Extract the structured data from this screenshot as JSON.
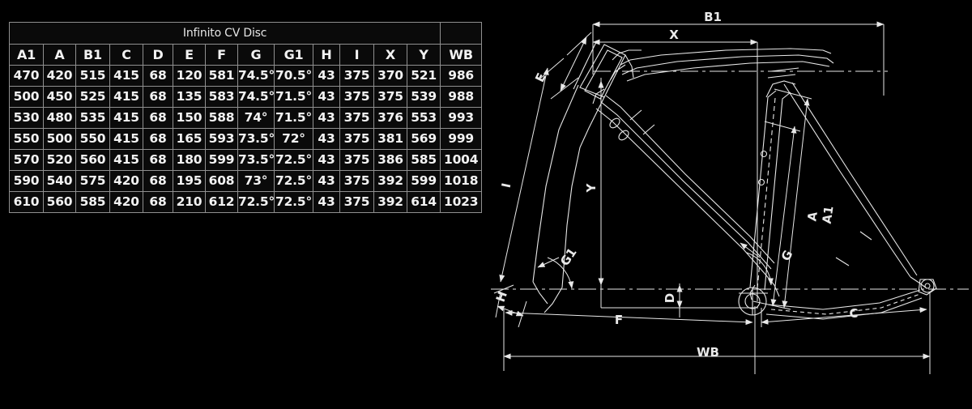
{
  "table": {
    "title": "Infinito CV Disc",
    "blank_corner": "",
    "columns": [
      "A1",
      "A",
      "B1",
      "C",
      "D",
      "E",
      "F",
      "G",
      "G1",
      "H",
      "I",
      "X",
      "Y",
      "WB"
    ],
    "rows": [
      [
        "470",
        "420",
        "515",
        "415",
        "68",
        "120",
        "581",
        "74.5°",
        "70.5°",
        "43",
        "375",
        "370",
        "521",
        "986"
      ],
      [
        "500",
        "450",
        "525",
        "415",
        "68",
        "135",
        "583",
        "74.5°",
        "71.5°",
        "43",
        "375",
        "375",
        "539",
        "988"
      ],
      [
        "530",
        "480",
        "535",
        "415",
        "68",
        "150",
        "588",
        "74°",
        "71.5°",
        "43",
        "375",
        "376",
        "553",
        "993"
      ],
      [
        "550",
        "500",
        "550",
        "415",
        "68",
        "165",
        "593",
        "73.5°",
        "72°",
        "43",
        "375",
        "381",
        "569",
        "999"
      ],
      [
        "570",
        "520",
        "560",
        "415",
        "68",
        "180",
        "599",
        "73.5°",
        "72.5°",
        "43",
        "375",
        "386",
        "585",
        "1004"
      ],
      [
        "590",
        "540",
        "575",
        "420",
        "68",
        "195",
        "608",
        "73°",
        "72.5°",
        "43",
        "375",
        "392",
        "599",
        "1018"
      ],
      [
        "610",
        "560",
        "585",
        "420",
        "68",
        "210",
        "612",
        "72.5°",
        "72.5°",
        "43",
        "375",
        "392",
        "614",
        "1023"
      ]
    ]
  },
  "diagram": {
    "title": "bicycle-frame-geometry-drawing",
    "labels": {
      "b1": "B1",
      "x": "X",
      "e": "E",
      "i": "I",
      "g1": "G1",
      "h": "H",
      "y": "Y",
      "d": "D",
      "f": "F",
      "wb": "WB",
      "g": "G",
      "a": "A",
      "a1": "A1",
      "c": "C"
    }
  },
  "colors": {
    "background": "#000000",
    "line": "#e8e8e8",
    "grid": "#8f8f8f",
    "text": "#f2f2f2"
  }
}
